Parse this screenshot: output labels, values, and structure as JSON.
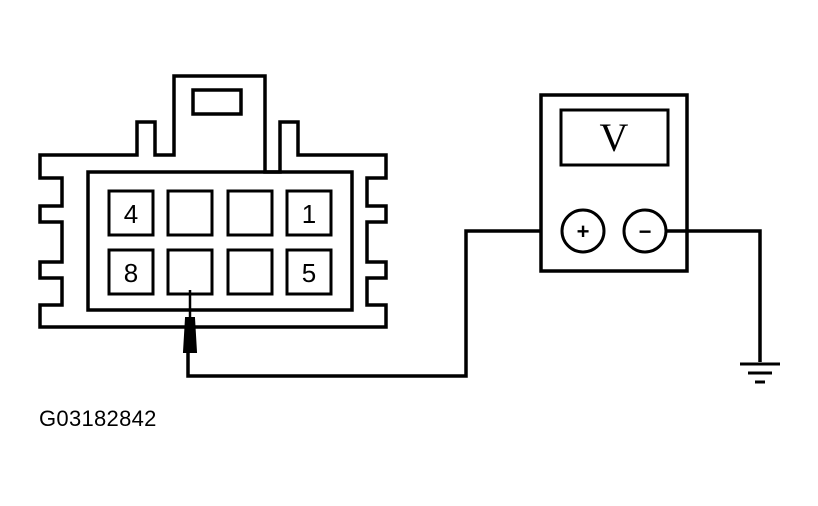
{
  "connector": {
    "pins_top": [
      "4",
      "",
      "",
      "1"
    ],
    "pins_bottom": [
      "8",
      "",
      "",
      "5"
    ]
  },
  "meter": {
    "display": "V",
    "positive_terminal": "+",
    "negative_terminal": "−"
  },
  "caption": "G03182842",
  "colors": {
    "line": "#000000",
    "background": "#ffffff"
  }
}
